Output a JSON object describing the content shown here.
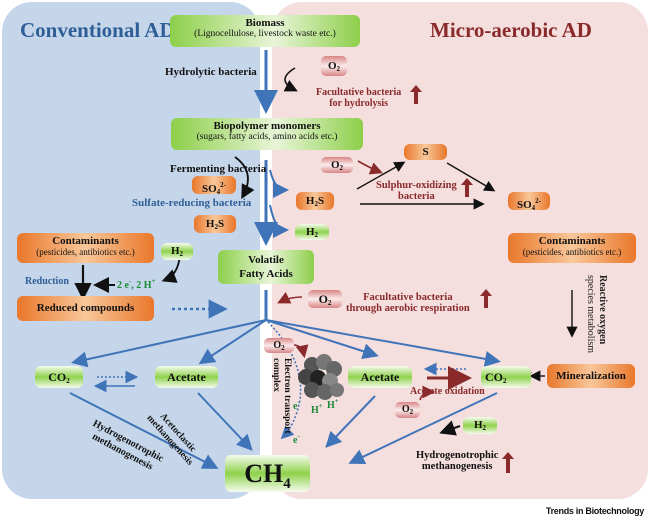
{
  "figure": {
    "left_title": "Conventional AD",
    "right_title": "Micro-aerobic AD",
    "credit": "Trends in Biotechnology"
  },
  "colors": {
    "left_bg": "#c5d6ea",
    "right_bg": "#f4dede",
    "blue_text": "#2f5e97",
    "red_text": "#8a2a2a",
    "green_text": "#1d8a3a",
    "arrow_blue": "#3f74b8",
    "arrow_red": "#8a2a2a"
  },
  "nodes": {
    "biomass": {
      "title": "Biomass",
      "subtitle": "(Lignocellulose, livestock waste etc.)"
    },
    "monomers": {
      "title": "Biopolymer monomers",
      "subtitle": "(sugars, fatty acids, amino acids etc.)"
    },
    "vfa": {
      "line1": "Volatile",
      "line2": "Fatty Acids"
    },
    "contaminants_left": {
      "title": "Contaminants",
      "subtitle": "(pesticides, antibiotics etc.)"
    },
    "reduced": {
      "title": "Reduced compounds"
    },
    "contaminants_right": {
      "title": "Contaminants",
      "subtitle": "(pesticides, antibiotics etc.)"
    },
    "mineralization": {
      "title": "Mineralization"
    },
    "co2_left": {
      "base": "CO",
      "sub": "2"
    },
    "acetate_left": {
      "title": "Acetate"
    },
    "acetate_right": {
      "title": "Acetate"
    },
    "co2_right": {
      "base": "CO",
      "sub": "2"
    },
    "ch4": {
      "base": "CH",
      "sub": "4"
    },
    "so4_left": {
      "base": "SO",
      "sub": "4",
      "sup": "2-"
    },
    "h2s_left": {
      "base": "H",
      "sub": "2",
      "tail": "S"
    },
    "h2_left": {
      "base": "H",
      "sub": "2"
    },
    "h2s_right": {
      "base": "H",
      "sub": "2",
      "tail": "S"
    },
    "h2_right": {
      "base": "H",
      "sub": "2"
    },
    "s_right": {
      "title": "S"
    },
    "so4_right": {
      "base": "SO",
      "sub": "4",
      "sup": "2-"
    },
    "h2_bottom": {
      "base": "H",
      "sub": "2"
    },
    "o2": {
      "base": "O",
      "sub": "2"
    }
  },
  "labels": {
    "hydrolytic": "Hydrolytic bacteria",
    "facultative_hydrolysis_1": "Facultative bacteria",
    "facultative_hydrolysis_2": "for hydrolysis",
    "fermenting": "Fermenting bacteria",
    "sulfate_reducing": "Sulfate-reducing bacteria",
    "sulphur_oxidizing_1": "Sulphur-oxidizing",
    "sulphur_oxidizing_2": "bacteria",
    "reduction": "Reduction",
    "electrons": "2 e",
    "electrons_sup": "-",
    "protons": ", 2 H",
    "protons_sup": "+",
    "facultative_aerobic_1": "Facultative bacteria",
    "facultative_aerobic_2": "through aerobic respiration",
    "ros_1": "Reactive oxygen",
    "ros_2": "species metabolism",
    "etc_1": "Electron transport",
    "etc_2": "complex",
    "e_minus": "e",
    "h_plus": "H",
    "acetoclastic_1": "Acetoclastic",
    "acetoclastic_2": "methanogenesis",
    "hydrogenotrophic_left_1": "Hydrogenotrophic",
    "hydrogenotrophic_left_2": "methanogenesis",
    "acetate_oxidation": "Acetate oxidation",
    "hydrogenotrophic_right_1": "Hydrogenotrophic",
    "hydrogenotrophic_right_2": "methanogenesis"
  }
}
